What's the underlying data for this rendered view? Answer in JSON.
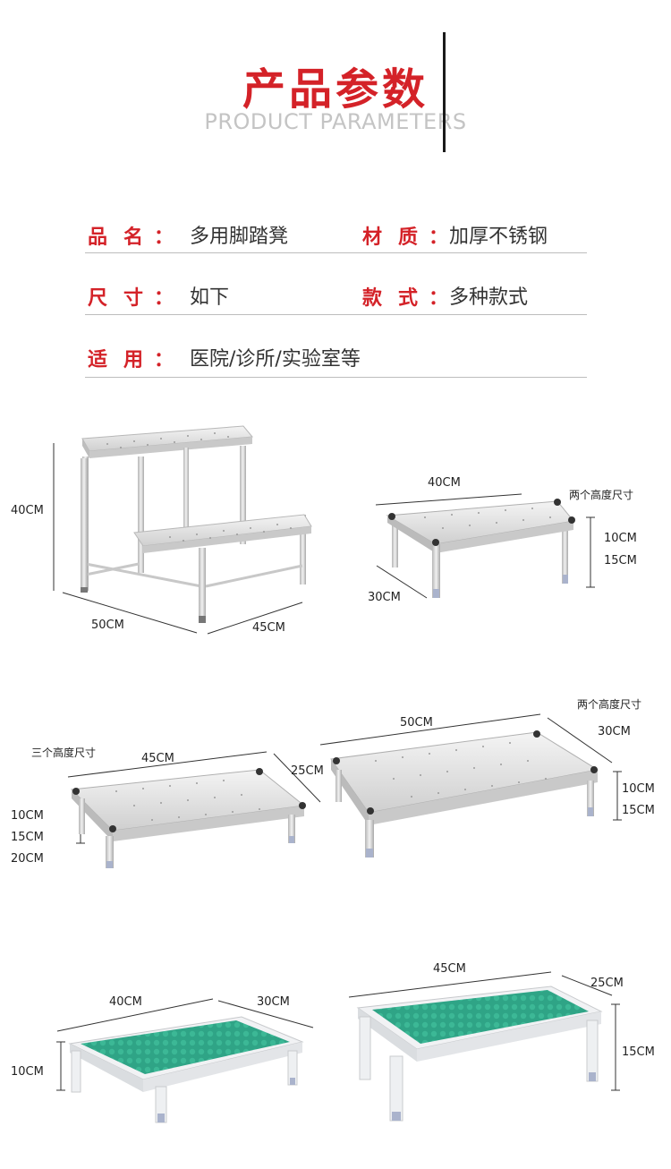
{
  "header": {
    "title_cn": "产品参数",
    "title_en": "PRODUCT PARAMETERS"
  },
  "params": {
    "name_label": "品名",
    "name_value": "多用脚踏凳",
    "material_label": "材质",
    "material_value": "加厚不锈钢",
    "size_label": "尺寸",
    "size_value": "如下",
    "style_label": "款式",
    "style_value": "多种款式",
    "use_label": "适用",
    "use_value": "医院/诊所/实验室等",
    "colon": "："
  },
  "products": {
    "p1": {
      "height": "40CM",
      "width": "50CM",
      "depth": "45CM"
    },
    "p2": {
      "width": "40CM",
      "depth": "30CM",
      "note": "两个高度尺寸",
      "h1": "10CM",
      "h2": "15CM"
    },
    "p3": {
      "note": "三个高度尺寸",
      "width": "45CM",
      "depth": "25CM",
      "h1": "10CM",
      "h2": "15CM",
      "h3": "20CM"
    },
    "p4": {
      "note": "两个高度尺寸",
      "width": "50CM",
      "depth": "30CM",
      "h1": "10CM",
      "h2": "15CM"
    },
    "p5": {
      "width": "40CM",
      "depth": "30CM",
      "h1": "10CM"
    },
    "p6": {
      "width": "45CM",
      "depth": "25CM",
      "h1": "15CM"
    }
  },
  "colors": {
    "accent_red": "#d42228",
    "steel": "#dcdcdc",
    "mat_green": "#2fa486",
    "plastic_white": "#f2f3f5"
  }
}
